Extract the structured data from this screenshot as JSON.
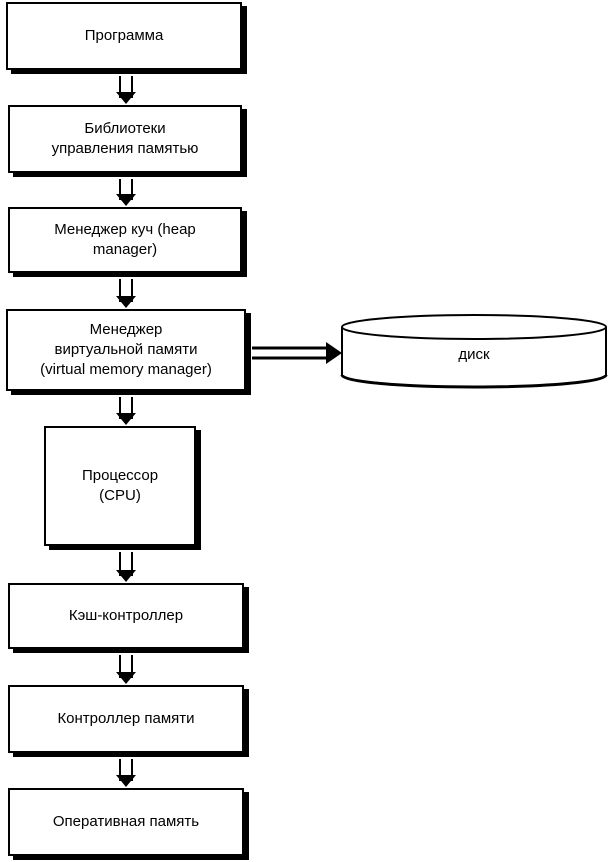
{
  "diagram": {
    "boxes": [
      {
        "label": "Программа"
      },
      {
        "label": "Библиотеки\nуправления памятью"
      },
      {
        "label": "Менеджер куч (heap\nmanager)"
      },
      {
        "label": "Менеджер\nвиртуальной памяти\n(virtual memory manager)"
      },
      {
        "label": "Процессор\n(CPU)"
      },
      {
        "label": "Кэш-контроллер"
      },
      {
        "label": "Контроллер памяти"
      },
      {
        "label": "Оперативная память"
      }
    ],
    "disk": {
      "label": "диск"
    }
  }
}
